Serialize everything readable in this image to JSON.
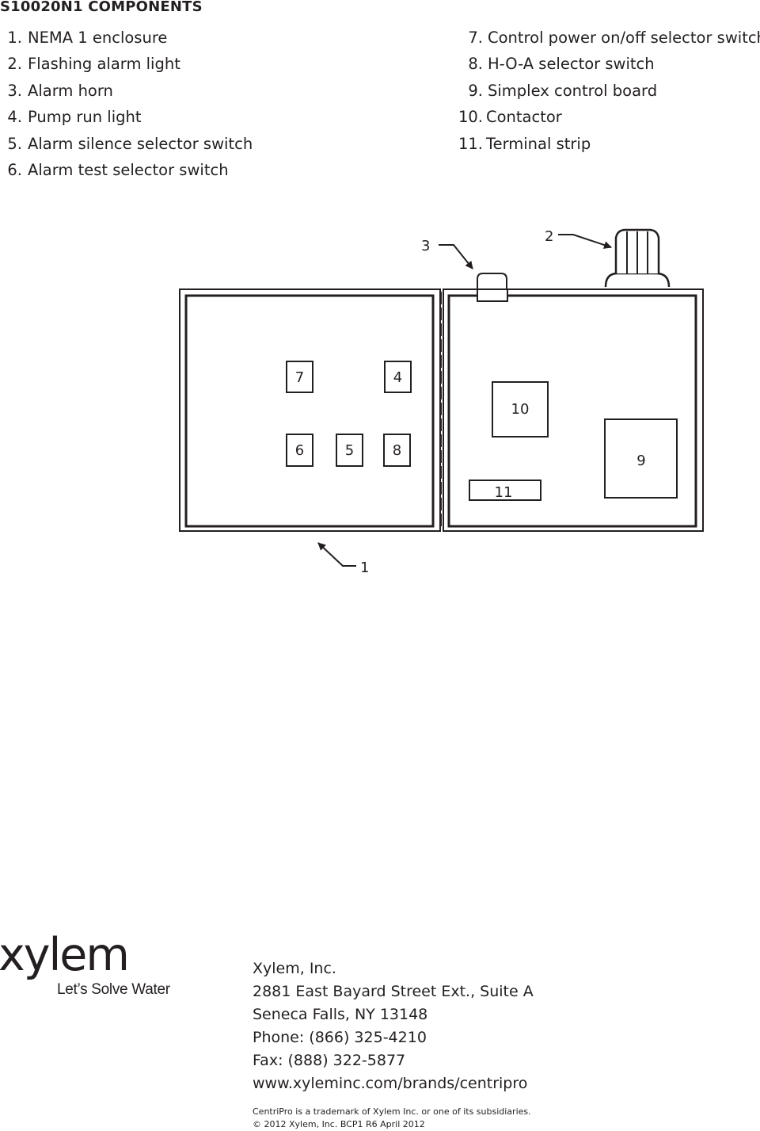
{
  "title": "S10020N1 COMPONENTS",
  "components_left": [
    {
      "num": "1.",
      "label": "NEMA 1 enclosure"
    },
    {
      "num": "2.",
      "label": "Flashing alarm light"
    },
    {
      "num": "3.",
      "label": "Alarm horn"
    },
    {
      "num": "4.",
      "label": "Pump run light"
    },
    {
      "num": "5.",
      "label": "Alarm silence selector switch"
    },
    {
      "num": "6.",
      "label": "Alarm test selector switch"
    }
  ],
  "components_right": [
    {
      "num": "7.",
      "label": "Control power on/off selector switch"
    },
    {
      "num": "8.",
      "label": "H-O-A selector switch"
    },
    {
      "num": "9.",
      "label": "Simplex control board"
    },
    {
      "num": "10.",
      "label": "Contactor"
    },
    {
      "num": "11.",
      "label": "Terminal strip"
    }
  ],
  "diagram": {
    "labels": {
      "l1": "1",
      "l2": "2",
      "l3": "3",
      "l4": "4",
      "l5": "5",
      "l6": "6",
      "l7": "7",
      "l8": "8",
      "l9": "9",
      "l10": "10",
      "l11": "11"
    }
  },
  "logo": {
    "wordmark": "xylem",
    "tagline": "Let’s Solve Water"
  },
  "address": {
    "company": "Xylem, Inc.",
    "street": "2881 East Bayard Street Ext., Suite A",
    "city": "Seneca Falls, NY 13148",
    "phone": "Phone: (866) 325-4210",
    "fax": "Fax: (888) 322-5877",
    "web": "www.xyleminc.com/brands/centripro"
  },
  "fineprint": {
    "trademark": "CentriPro is a trademark of Xylem Inc. or one of its subsidiaries.",
    "copyright": "© 2012 Xylem, Inc.    BCP1 R6    April 2012"
  },
  "colors": {
    "ink": "#231f20",
    "background": "#ffffff"
  }
}
